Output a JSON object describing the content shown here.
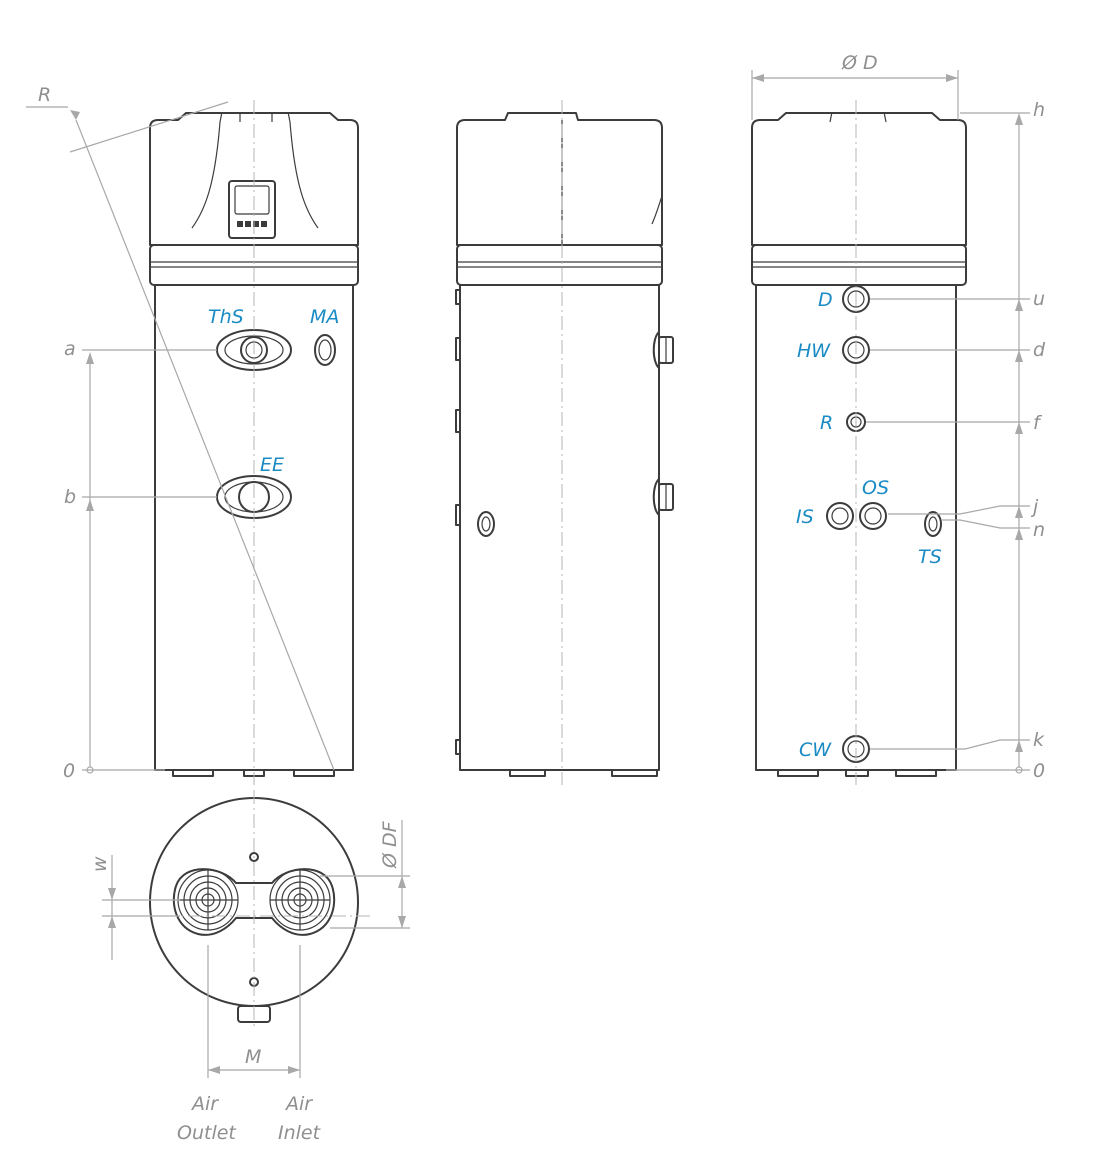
{
  "dimension_labels": {
    "r_radius": "R",
    "diameter": "Ø D",
    "h": "h",
    "u": "u",
    "d": "d",
    "f": "f",
    "j": "j",
    "n": "n",
    "k": "k",
    "zero_right": "0",
    "zero_left": "0",
    "a": "a",
    "b": "b",
    "w": "w",
    "df": "Ø DF",
    "m": "M"
  },
  "connection_labels": {
    "ths": "ThS",
    "ma": "MA",
    "ee": "EE",
    "drain": "D",
    "hw": "HW",
    "r": "R",
    "is": "IS",
    "os": "OS",
    "ts": "TS",
    "cw": "CW"
  },
  "air": {
    "outlet_line1": "Air",
    "outlet_line2": "Outlet",
    "inlet_line1": "Air",
    "inlet_line2": "Inlet"
  },
  "colors": {
    "outline": "#3c3c3c",
    "dimension": "#a8a8a8",
    "label_blue": "#1a8bc4"
  }
}
